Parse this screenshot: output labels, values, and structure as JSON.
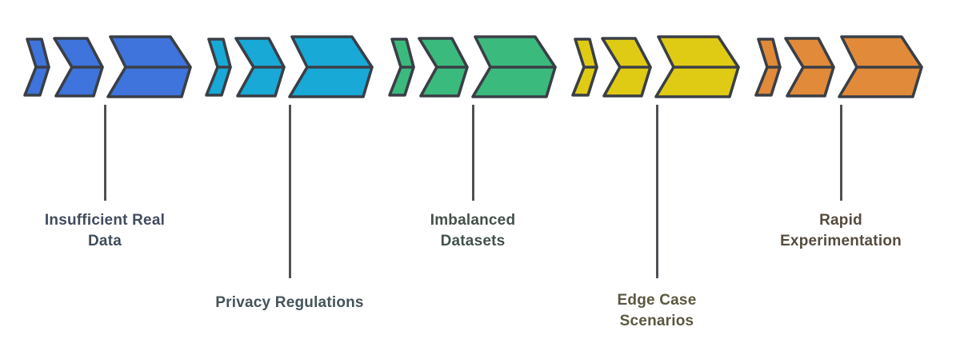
{
  "theme": {
    "background_color": "#ffffff",
    "outline_color": "#3A3F46",
    "connector_color": "#4E5256"
  },
  "groups": [
    {
      "label": "Insufficient Real Data",
      "lines": [
        "Insufficient Real",
        "Data"
      ],
      "chevron_color": "#3E74DB",
      "label_color": "#414C5C",
      "connector": "short"
    },
    {
      "label": "Privacy Regulations",
      "lines": [
        "Privacy Regulations"
      ],
      "chevron_color": "#18A9D6",
      "label_color": "#45545A",
      "connector": "long"
    },
    {
      "label": "Imbalanced Datasets",
      "lines": [
        "Imbalanced",
        "Datasets"
      ],
      "chevron_color": "#3BBA7D",
      "label_color": "#43524B",
      "connector": "short"
    },
    {
      "label": "Edge Case Scenarios",
      "lines": [
        "Edge Case",
        "Scenarios"
      ],
      "chevron_color": "#E0CB14",
      "label_color": "#5B5841",
      "connector": "long"
    },
    {
      "label": "Rapid Experimentation",
      "lines": [
        "Rapid",
        "Experimentation"
      ],
      "chevron_color": "#E18A39",
      "label_color": "#564B3F",
      "connector": "short"
    }
  ]
}
